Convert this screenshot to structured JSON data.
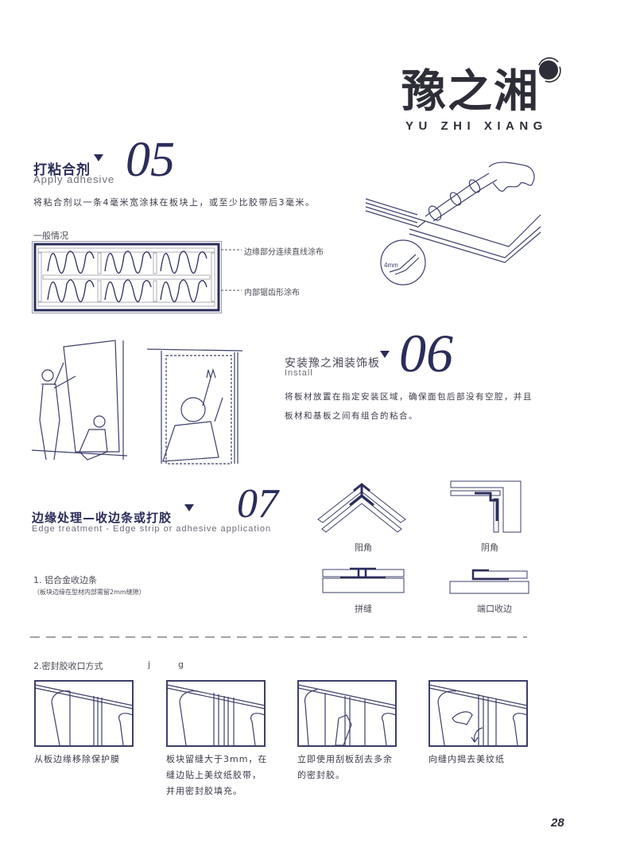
{
  "brand": {
    "name_cn": "豫之湘",
    "name_en": "YU ZHI XIANG"
  },
  "colors": {
    "accent": "#2b2d5a",
    "text": "#3a3a48",
    "muted": "#6e6e78",
    "line": "#3d3f6a"
  },
  "step05": {
    "number": "05",
    "title_cn": "打粘合剂",
    "title_en": "Apply adhesive",
    "body": "将粘合剂以一条4毫米宽涂抹在板块上，或至少比胶带后3毫米。",
    "diagram_title": "一般情况",
    "callout_edge": "边缘部分连续直线涂布",
    "callout_inner": "内部锯齿形涂布",
    "nozzle_label": "4mm"
  },
  "step06": {
    "number": "06",
    "title_cn": "安装豫之湘装饰板",
    "title_en": "Install",
    "body_line1": "将板材放置在指定安装区域，确保面包后部没有空腔，并且",
    "body_line2": "板材和基板之间有组合的粘合。"
  },
  "step07": {
    "number": "07",
    "title_cn": "边缘处理—收边条或打胶",
    "title_en": "Edge treatment - Edge strip or adhesive application",
    "sub1_title": "1. 铝合金收边条",
    "sub1_note": "（板块边缘在型材内部需留2mm缝隙）",
    "profiles": [
      {
        "label": "阳角"
      },
      {
        "label": "阴角"
      },
      {
        "label": "拼缝"
      },
      {
        "label": "端口收边"
      }
    ],
    "sub2_title": "2.密封胶收口方式",
    "stray_chars": [
      "j",
      "g"
    ],
    "steps": [
      {
        "caption_lines": [
          "从板边缘移除保护膜"
        ]
      },
      {
        "caption_lines": [
          "板块留缝大于3mm，在",
          "缝边贴上美纹纸胶带，",
          "并用密封胶填充。"
        ]
      },
      {
        "caption_lines": [
          "立即使用刮板刮去多余",
          "的密封胶。"
        ]
      },
      {
        "caption_lines": [
          "向缝内揭去美纹纸"
        ]
      }
    ]
  },
  "page_number": "28"
}
